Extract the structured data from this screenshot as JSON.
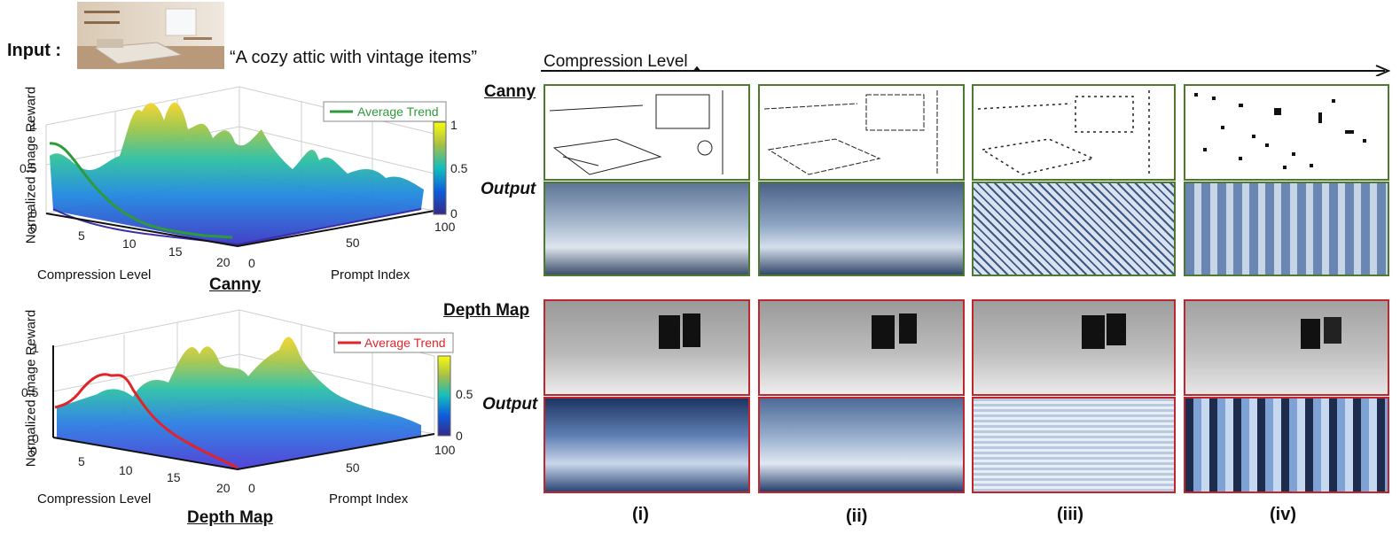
{
  "input": {
    "label": "Input :",
    "prompt": "“A cozy attic with vintage items”"
  },
  "axis_arrow_label": "Compression Level",
  "rows": {
    "canny": "Canny",
    "output": "Output",
    "depth": "Depth Map"
  },
  "columns": [
    "(i)",
    "(ii)",
    "(iii)",
    "(iv)"
  ],
  "chart_data": [
    {
      "type": "surface",
      "title": "Canny",
      "zlabel": "Normalized Image Reward",
      "xlabel": "Compression Level",
      "ylabel": "Prompt Index",
      "xticks": [
        "0",
        "5",
        "10",
        "15",
        "20"
      ],
      "yticks": [
        "0",
        "50",
        "100"
      ],
      "zticks": [
        "0",
        "0.5",
        "1"
      ],
      "colorbar_ticks": [
        "1",
        "0.5",
        "0"
      ],
      "legend": "Average Trend",
      "trend_color": "#2e9a3a",
      "trend": [
        0.78,
        0.76,
        0.68,
        0.55,
        0.42,
        0.3,
        0.2,
        0.12,
        0.07,
        0.04,
        0.03
      ]
    },
    {
      "type": "surface",
      "title": "Depth Map",
      "zlabel": "Normalized Image Reward",
      "xlabel": "Compression Level",
      "ylabel": "Prompt Index",
      "xticks": [
        "0",
        "5",
        "10",
        "15",
        "20"
      ],
      "yticks": [
        "0",
        "50",
        "100"
      ],
      "zticks": [
        "0",
        "0.5",
        "1"
      ],
      "colorbar_ticks": [
        "0.5",
        "0"
      ],
      "legend": "Average Trend",
      "trend_color": "#e0242a",
      "trend": [
        0.33,
        0.35,
        0.5,
        0.68,
        0.66,
        0.5,
        0.3,
        0.18,
        0.1,
        0.05,
        0.02
      ]
    }
  ]
}
